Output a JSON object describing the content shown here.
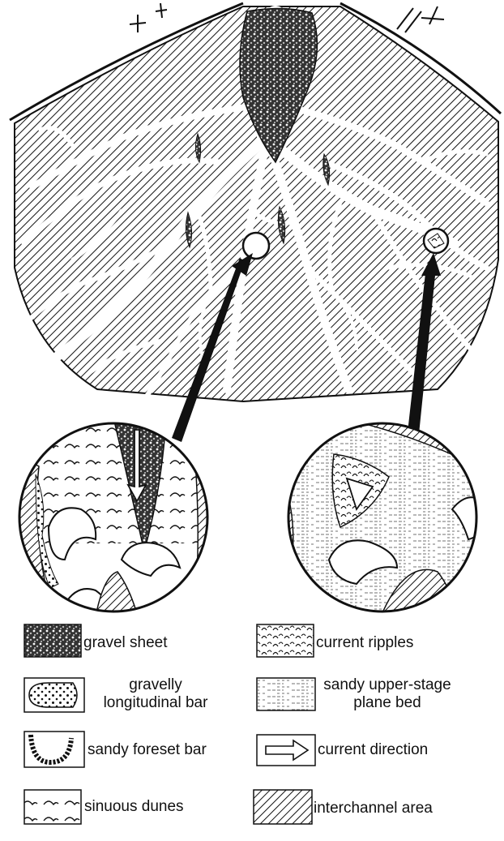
{
  "legend": {
    "items": [
      {
        "key": "gravel-sheet",
        "lines": [
          "gravel sheet"
        ]
      },
      {
        "key": "current-ripples",
        "lines": [
          "current ripples"
        ]
      },
      {
        "key": "gravelly-longitudinal-bar",
        "lines": [
          "gravelly",
          "longitudinal bar"
        ]
      },
      {
        "key": "sandy-upper-stage-plane-bed",
        "lines": [
          "sandy upper-stage",
          "plane bed"
        ]
      },
      {
        "key": "sandy-foreset-bar",
        "lines": [
          "sandy foreset bar"
        ]
      },
      {
        "key": "current-direction",
        "lines": [
          "current direction"
        ]
      },
      {
        "key": "sinuous-dunes",
        "lines": [
          "sinuous dunes"
        ]
      },
      {
        "key": "interchannel-area",
        "lines": [
          "interchannel area"
        ]
      }
    ]
  },
  "colors": {
    "ink": "#111111",
    "paper": "#ffffff"
  }
}
